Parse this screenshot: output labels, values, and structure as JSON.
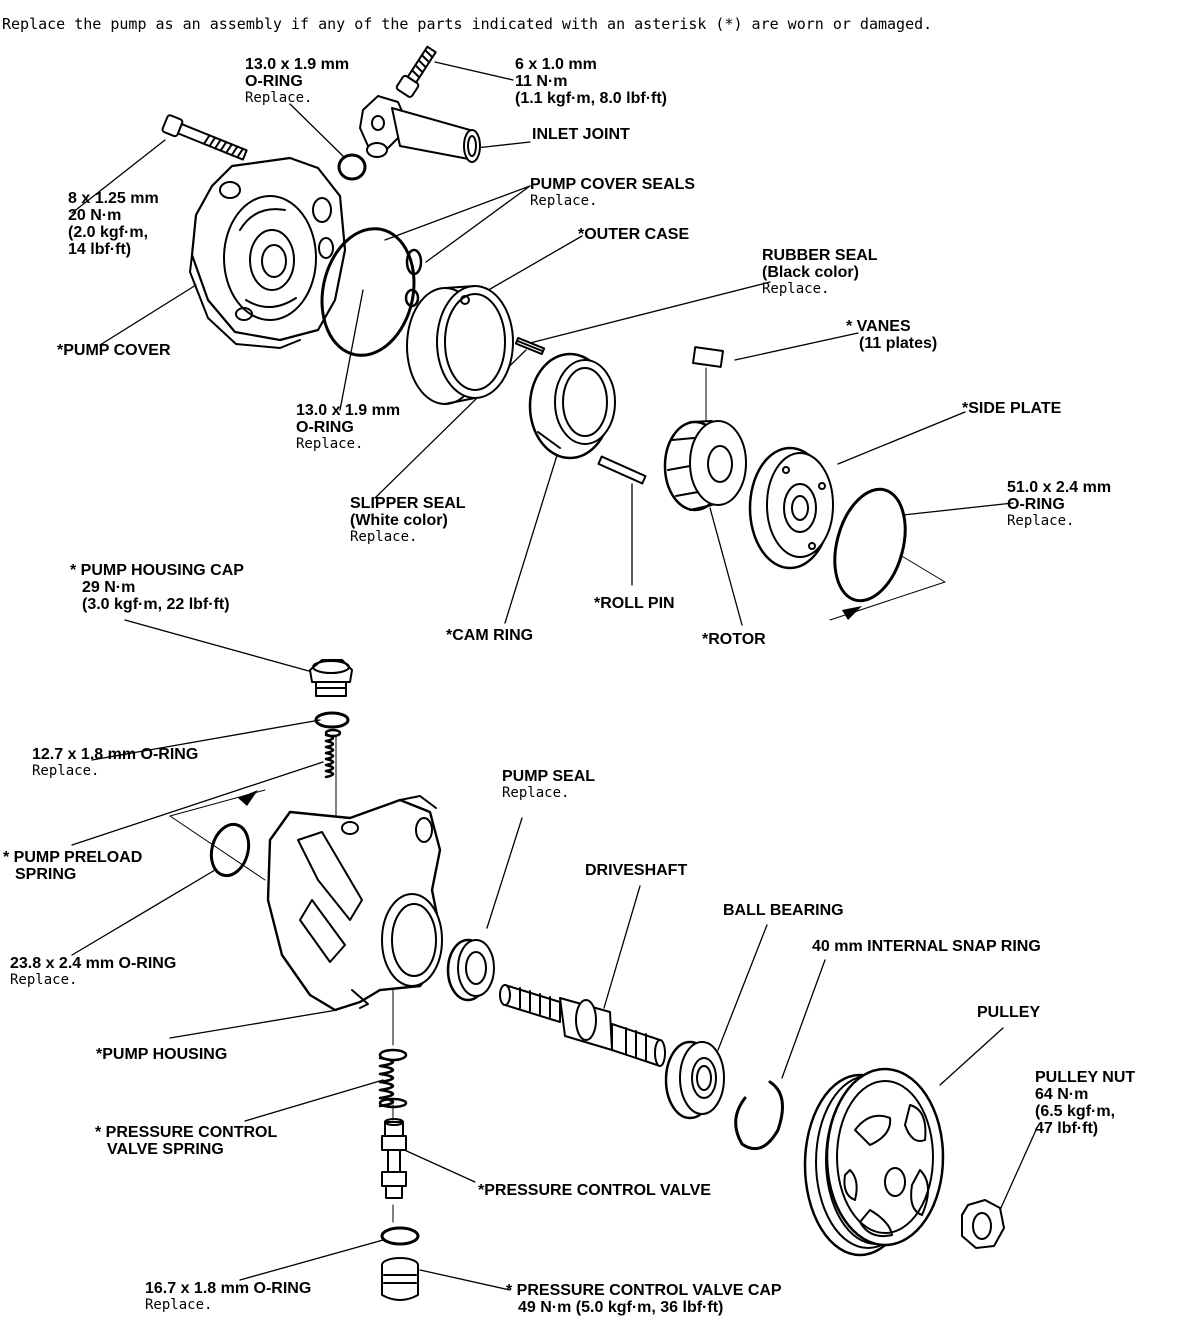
{
  "note": "Replace the pump as an assembly if any of the parts indicated with an asterisk (*) are worn or damaged.",
  "labels": {
    "oring_13_top": {
      "spec": "13.0 x 1.9 mm",
      "name": "O-RING",
      "action": "Replace."
    },
    "inlet_bolt": {
      "spec": "6 x 1.0 mm",
      "torque": "11 N·m",
      "torque_alt": "(1.1 kgf·m, 8.0 lbf·ft)"
    },
    "inlet_joint": {
      "name": "INLET JOINT"
    },
    "cover_bolt": {
      "spec": "8 x 1.25 mm",
      "torque": "20 N·m",
      "torque_alt1": "(2.0 kgf·m,",
      "torque_alt2": "14 lbf·ft)"
    },
    "pump_cover_seals": {
      "name": "PUMP COVER SEALS",
      "action": "Replace."
    },
    "outer_case": {
      "name": "*OUTER CASE"
    },
    "rubber_seal": {
      "name": "RUBBER SEAL",
      "detail": "(Black color)",
      "action": "Replace."
    },
    "pump_cover": {
      "name": "*PUMP COVER"
    },
    "vanes": {
      "name": "* VANES",
      "detail": "(11 plates)"
    },
    "oring_13_bottom": {
      "spec": "13.0 x 1.9 mm",
      "name": "O-RING",
      "action": "Replace."
    },
    "side_plate": {
      "name": "*SIDE PLATE"
    },
    "slipper_seal": {
      "name": "SLIPPER SEAL",
      "detail": "(White color)",
      "action": "Replace."
    },
    "oring_51": {
      "spec": "51.0 x 2.4 mm",
      "name": "O-RING",
      "action": "Replace."
    },
    "housing_cap": {
      "name": "* PUMP HOUSING CAP",
      "torque": "29 N·m",
      "torque_alt": "(3.0 kgf·m, 22 lbf·ft)"
    },
    "roll_pin": {
      "name": "*ROLL PIN"
    },
    "cam_ring": {
      "name": "*CAM RING"
    },
    "rotor": {
      "name": "*ROTOR"
    },
    "oring_12_7": {
      "name": "12.7 x 1.8 mm O-RING",
      "action": "Replace."
    },
    "pump_seal": {
      "name": "PUMP SEAL",
      "action": "Replace."
    },
    "preload_spring": {
      "name1": "* PUMP PRELOAD",
      "name2": "SPRING"
    },
    "driveshaft": {
      "name": "DRIVESHAFT"
    },
    "ball_bearing": {
      "name": "BALL BEARING"
    },
    "snap_ring": {
      "name": "40 mm INTERNAL SNAP RING"
    },
    "oring_23_8": {
      "name": "23.8 x 2.4 mm O-RING",
      "action": "Replace."
    },
    "pulley": {
      "name": "PULLEY"
    },
    "pump_housing": {
      "name": "*PUMP HOUSING"
    },
    "pulley_nut": {
      "name": "PULLEY NUT",
      "torque": "64 N·m",
      "torque_alt1": "(6.5 kgf·m,",
      "torque_alt2": "47 lbf·ft)"
    },
    "pcv_spring": {
      "name1": "* PRESSURE CONTROL",
      "name2": "VALVE SPRING"
    },
    "pcv": {
      "name": "*PRESSURE CONTROL VALVE"
    },
    "oring_16_7": {
      "name": "16.7 x 1.8 mm O-RING",
      "action": "Replace."
    },
    "pcv_cap": {
      "name": "* PRESSURE CONTROL VALVE CAP",
      "torque_line": "49 N·m (5.0 kgf·m, 36 lbf·ft)"
    }
  }
}
